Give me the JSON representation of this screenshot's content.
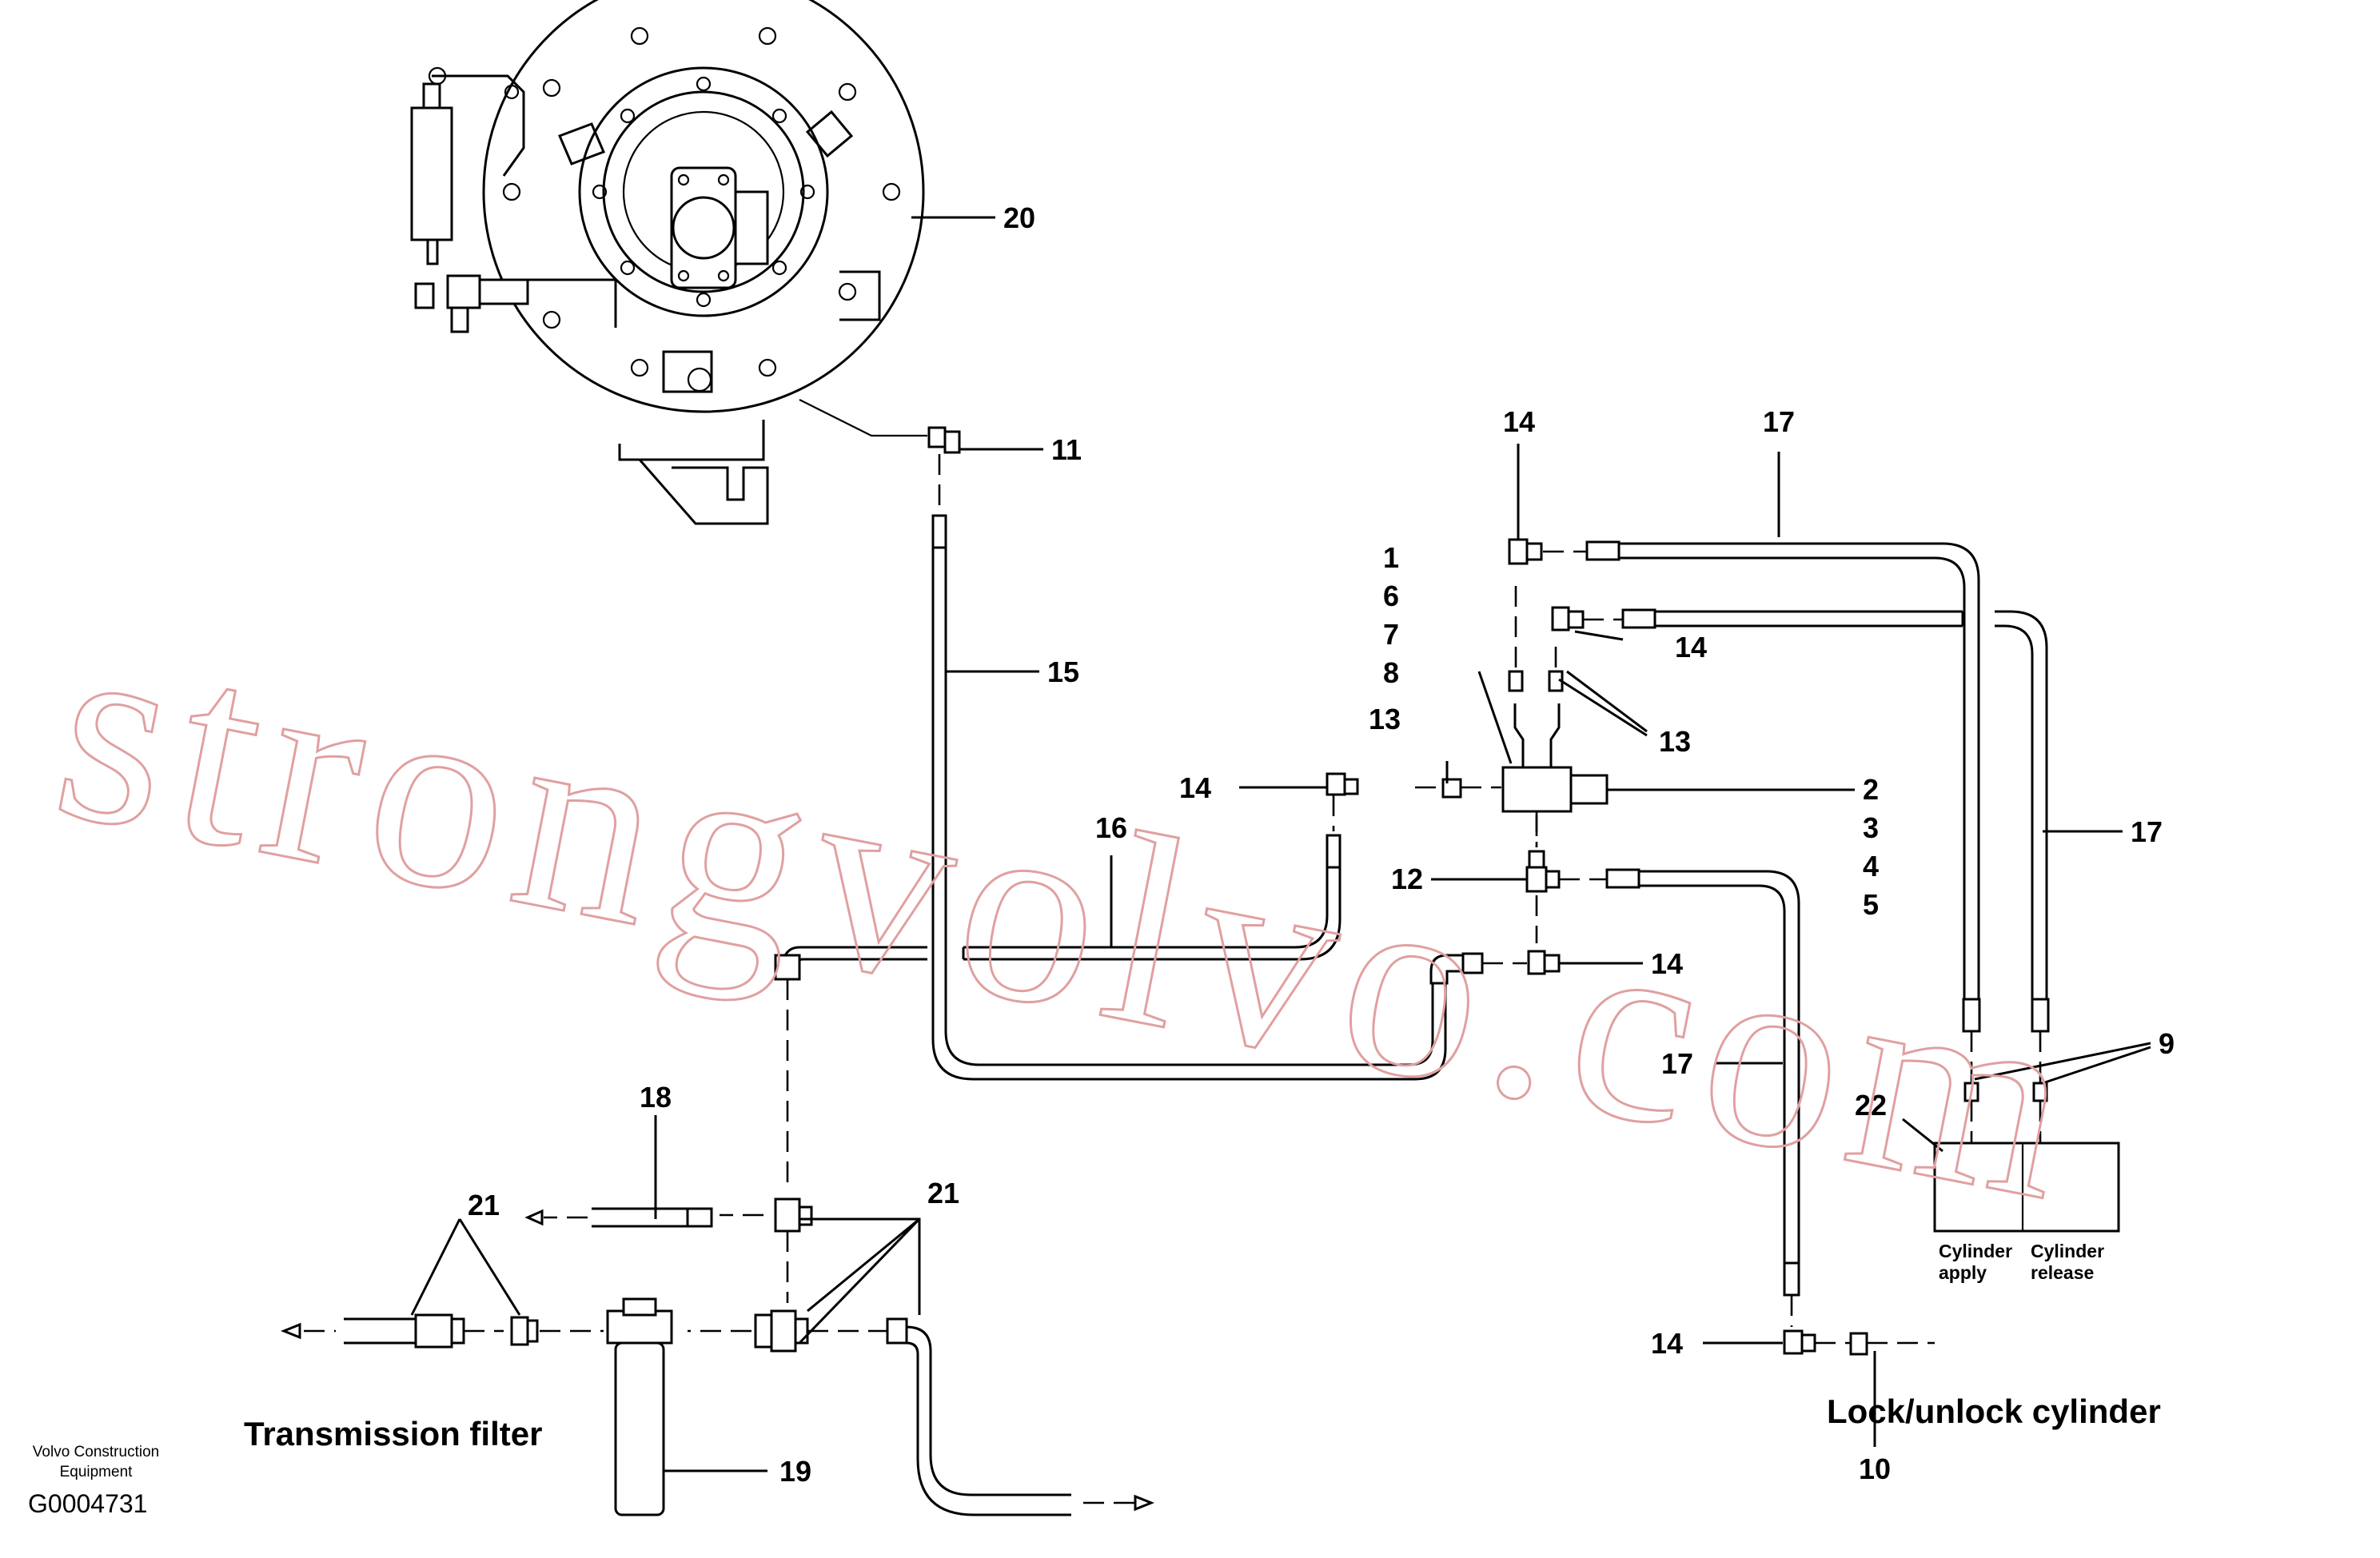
{
  "callouts": {
    "c20": "20",
    "c11": "11",
    "c15": "15",
    "c14_top": "14",
    "c17_top": "17",
    "c1": "1",
    "c6": "6",
    "c7": "7",
    "c8": "8",
    "c14_mid": "14",
    "c13_left": "13",
    "c13_right": "13",
    "c2": "2",
    "c3": "3",
    "c4": "4",
    "c5": "5",
    "c14_left": "14",
    "c16": "16",
    "c12": "12",
    "c14_lower": "14",
    "c17_right": "17",
    "c17_lower": "17",
    "c9": "9",
    "c22": "22",
    "c14_bottom": "14",
    "c10": "10",
    "c18": "18",
    "c21_left": "21",
    "c21_right": "21",
    "c19": "19"
  },
  "labels": {
    "transmission_filter": "Transmission filter",
    "lock_unlock_cylinder": "Lock/unlock cylinder",
    "cylinder_apply_1": "Cylinder",
    "cylinder_apply_2": "apply",
    "cylinder_release_1": "Cylinder",
    "cylinder_release_2": "release"
  },
  "footer": {
    "company_line1": "Volvo Construction",
    "company_line2": "Equipment",
    "drawing_code": "G0004731"
  },
  "watermark": "strongvolvo.com",
  "colors": {
    "line": "#000000",
    "watermark": "#e0a0a0",
    "background": "#ffffff"
  }
}
